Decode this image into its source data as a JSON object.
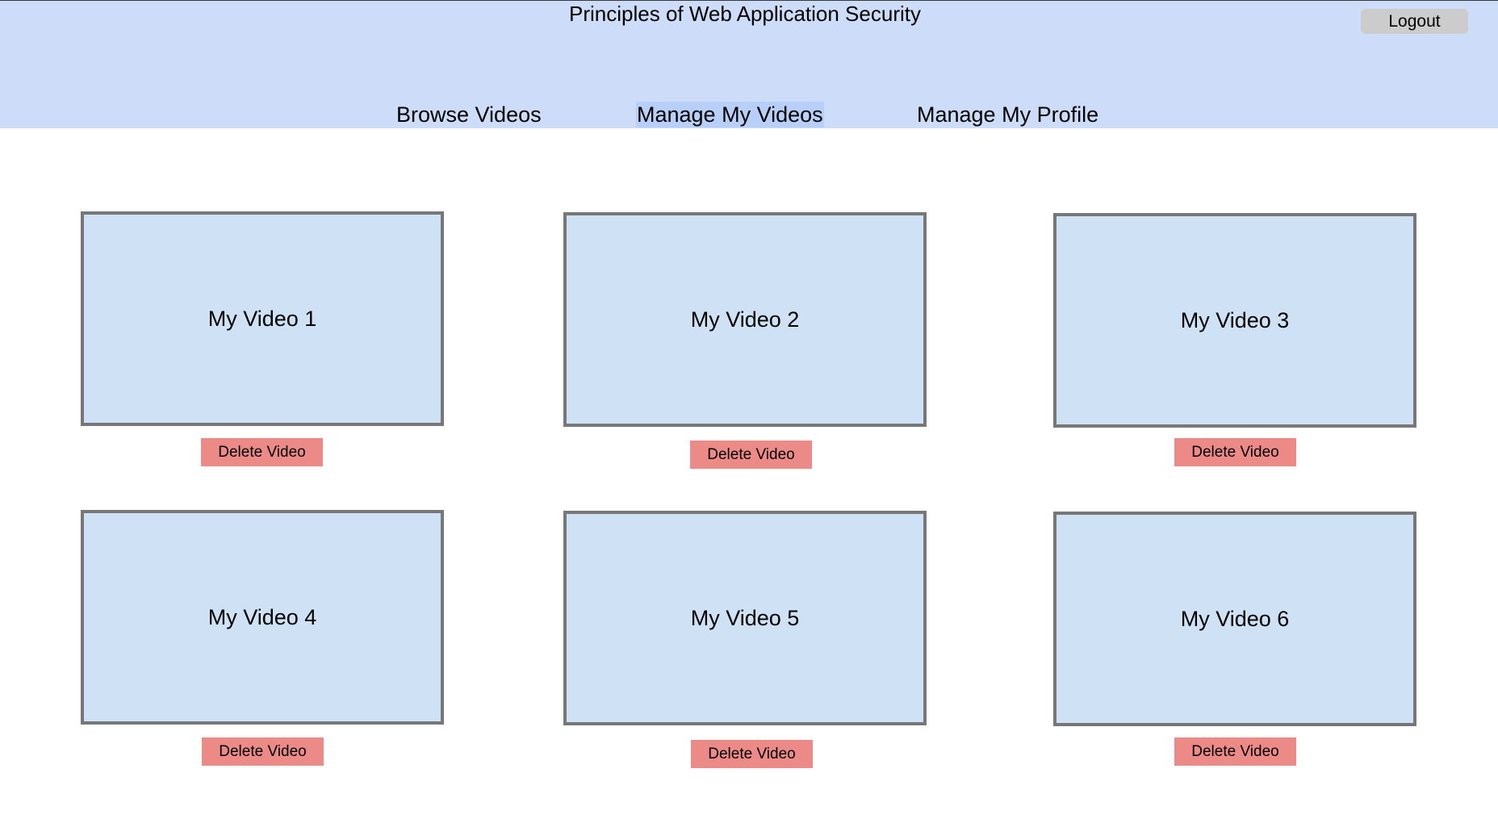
{
  "header": {
    "title": "Principles of Web Application Security",
    "logout_label": "Logout",
    "colors": {
      "background": "#ccdcf9",
      "active_tab": "#b7cff9"
    }
  },
  "nav": {
    "tabs": [
      {
        "label": "Browse Videos",
        "active": false
      },
      {
        "label": "Manage My Videos",
        "active": true
      },
      {
        "label": "Manage My Profile",
        "active": false
      }
    ]
  },
  "videos": [
    {
      "title": "My Video 1",
      "delete_label": "Delete Video"
    },
    {
      "title": "My Video 2",
      "delete_label": "Delete Video"
    },
    {
      "title": "My Video 3",
      "delete_label": "Delete Video"
    },
    {
      "title": "My Video 4",
      "delete_label": "Delete Video"
    },
    {
      "title": "My Video 5",
      "delete_label": "Delete Video"
    },
    {
      "title": "My Video 6",
      "delete_label": "Delete Video"
    }
  ],
  "colors": {
    "card_fill": "#cfe2f5",
    "card_border": "#777777",
    "delete_button": "#ec8a88"
  }
}
